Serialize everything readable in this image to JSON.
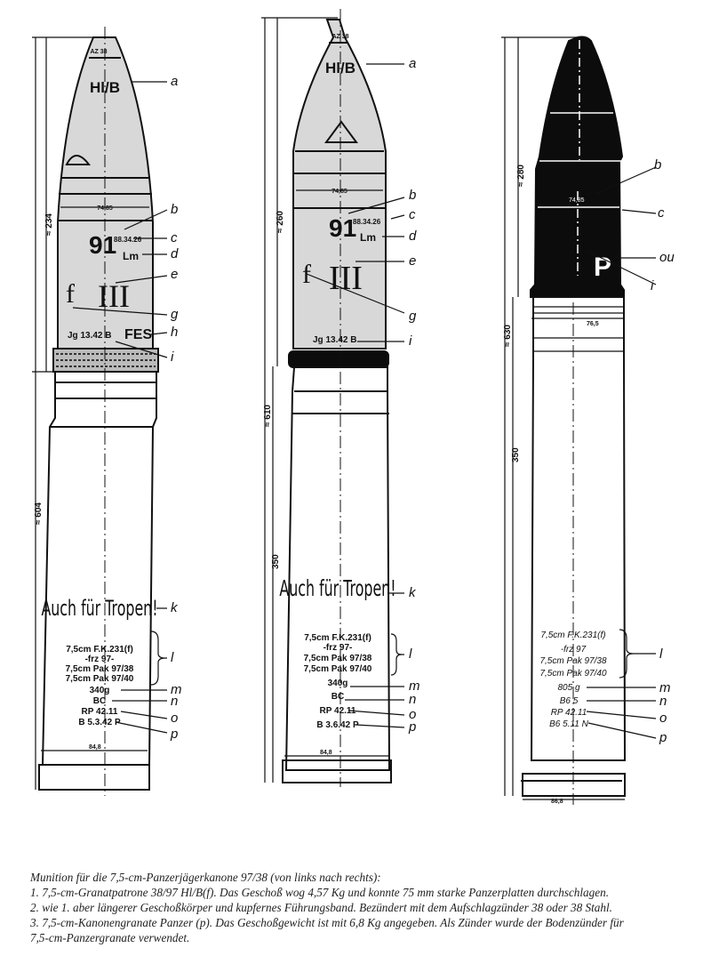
{
  "drawings": [
    {
      "total_length": "≈ 604",
      "projectile_length": "≈ 234",
      "nose_marks": [
        "AZ 38",
        "Hl/B"
      ],
      "band_diameter": "74,85",
      "body_marks": {
        "lot": "91",
        "date": "88.34.26",
        "filler": "Lm",
        "roman": "III",
        "f": "f",
        "fuze_mark": "Jg 13.42 B",
        "fes": "FES"
      },
      "case_text": "Auch für Tropen!",
      "case_lines": [
        "7,5cm F.K.231(f)",
        "-frz 97-",
        "7,5cm Pak 97/38",
        "7,5cm Pak 97/40",
        "340g",
        "BC",
        "RP 42.11",
        "B 5.3.42 P"
      ],
      "rim_diameter": "84,8",
      "labels": [
        "a",
        "b",
        "c",
        "d",
        "e",
        "g",
        "h",
        "i",
        "k",
        "l",
        "m",
        "n",
        "o",
        "p"
      ]
    },
    {
      "total_length": "≈ 610",
      "projectile_length": "≈ 260",
      "case_length": "350",
      "nose_marks": [
        "AZ 38",
        "Hl/B"
      ],
      "band_diameter": "74,85",
      "body_marks": {
        "lot": "91",
        "date": "88.34.26",
        "filler": "Lm",
        "roman": "III",
        "f": "f",
        "fuze_mark": "Jg 13.42 B"
      },
      "case_text": "Auch für Tropen!",
      "case_lines": [
        "7,5cm F.K.231(f)",
        "-frz 97-",
        "7,5cm Pak 97/38",
        "7,5cm Pak 97/40",
        "340g",
        "BC",
        "RP 42.11",
        "B 3.6.42 P"
      ],
      "rim_diameter": "84,8",
      "labels": [
        "a",
        "b",
        "c",
        "d",
        "e",
        "g",
        "i",
        "k",
        "l",
        "m",
        "n",
        "o",
        "p"
      ]
    },
    {
      "total_length": "≈ 630",
      "projectile_length": "≈ 280",
      "case_length": "350",
      "band_diameter": "74,85",
      "case_neck_diameter": "76,5",
      "body_marks": {
        "p": "P"
      },
      "case_lines": [
        "7,5cm F.K.231(f)",
        "-frz 97",
        "7,5cm Pak 97/38",
        "7,5cm Pak 97/40",
        "805 g",
        "B6 5",
        "RP 42.11",
        "B6 5.11 N"
      ],
      "rim_diameter": "86,8",
      "labels": [
        "b",
        "c",
        "i",
        "ou",
        "l",
        "m",
        "n",
        "o",
        "p"
      ]
    }
  ],
  "caption": [
    "Munition für die 7,5-cm-Panzerjägerkanone 97/38 (von links nach rechts):",
    "1. 7,5-cm-Granatpatrone 38/97 Hl/B(f). Das Geschoß wog 4,57 Kg und konnte 75 mm starke Panzerplatten durchschlagen.",
    "2. wie 1. aber längerer Geschoßkörper und kupfernes Führungsband. Bezündert mit dem Aufschlagzünder 38 oder 38 Stahl.",
    "3. 7,5-cm-Kanonengranate Panzer (p). Das Geschoßgewicht ist mit 6,8 Kg angegeben. Als Zünder wurde der Bodenzünder für",
    "7,5-cm-Panzergranate verwendet."
  ]
}
